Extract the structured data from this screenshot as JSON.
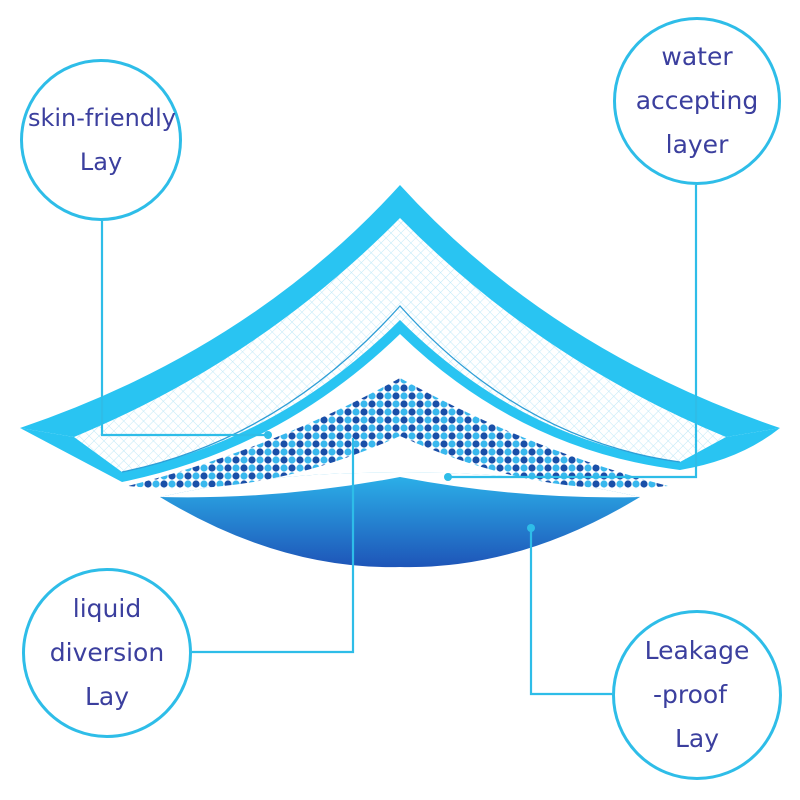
{
  "diagram": {
    "type": "layered-product-cross-section",
    "colors": {
      "accent_cyan": "#2ebde8",
      "text_navy": "#3b3f9e",
      "dot_dark": "#1a4fa8",
      "dot_light": "#39b8ee",
      "gradient_top": "#2cb3ea",
      "gradient_bottom": "#1e55b8"
    },
    "labels": {
      "skin_friendly": {
        "line1": "skin-friendly",
        "line2": "Lay"
      },
      "water_accepting": {
        "line1": "water",
        "line2": "accepting",
        "line3": "layer"
      },
      "liquid_diversion": {
        "line1": "liquid",
        "line2": "diversion",
        "line3": "Lay"
      },
      "leakage_proof": {
        "line1": "Leakage",
        "line2": "-proof",
        "line3": "Lay"
      }
    },
    "layers": [
      {
        "name": "skin-friendly layer",
        "order": 1
      },
      {
        "name": "water accepting layer",
        "order": 2
      },
      {
        "name": "liquid diversion layer",
        "order": 3
      },
      {
        "name": "leakage-proof layer",
        "order": 4
      }
    ]
  }
}
